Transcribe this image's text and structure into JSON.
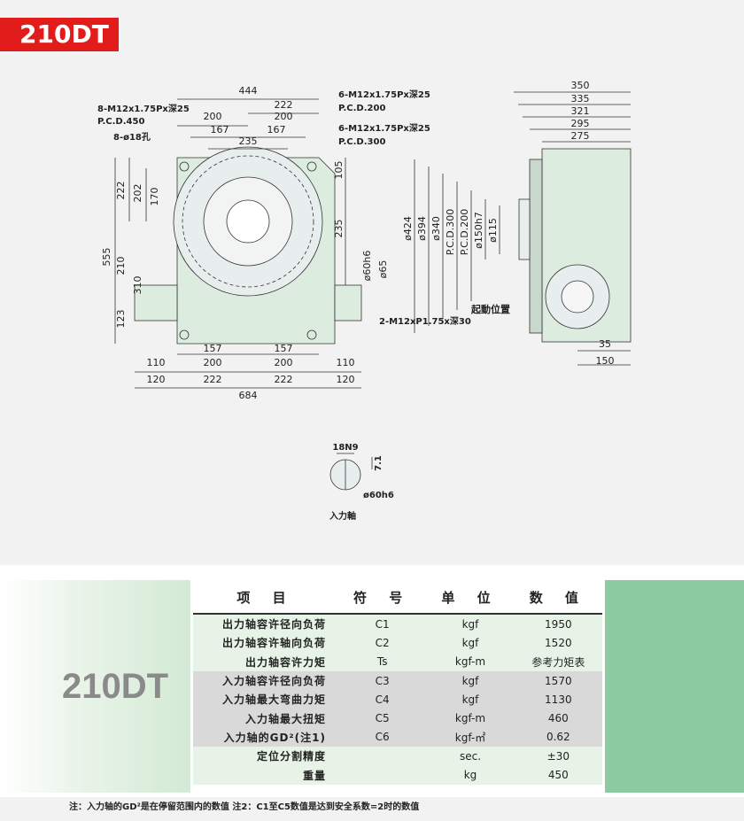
{
  "model": "210DT",
  "drawing": {
    "front": {
      "top_dims": [
        "444",
        "222",
        "200",
        "200",
        "167",
        "167",
        "235"
      ],
      "left_dims": [
        "555",
        "222",
        "202",
        "170",
        "210",
        "310",
        "123"
      ],
      "right_dims": [
        "105",
        "235",
        "ø60h6",
        "ø65"
      ],
      "bottom_dims": [
        "157",
        "157",
        "110",
        "200",
        "200",
        "110",
        "120",
        "222",
        "222",
        "120",
        "684"
      ],
      "callouts": [
        "8-M12x1.75Px深25",
        "P.C.D.450",
        "8-ø18孔",
        "6-M12x1.75Px深25",
        "P.C.D.200",
        "6-M12x1.75Px深25",
        "P.C.D.300",
        "2-M12xP1.75x深30"
      ]
    },
    "side": {
      "top_dims": [
        "350",
        "335",
        "321",
        "295",
        "275"
      ],
      "vertical_dims": [
        "ø424",
        "ø394",
        "ø340",
        "P.C.D.300",
        "P.C.D.200",
        "ø150h7",
        "ø115"
      ],
      "origin_label": "起動位置",
      "bottom_dims": [
        "35",
        "150"
      ]
    },
    "shaft": {
      "key_label": "18N9",
      "depth_label": "7.1",
      "dia_label": "ø60h6",
      "caption": "入力軸"
    }
  },
  "specs": {
    "headers": [
      "项 目",
      "符 号",
      "单 位",
      "数 值"
    ],
    "rows": [
      {
        "item": "出力轴容许径向负荷",
        "symbol": "C1",
        "unit": "kgf",
        "value": "1950",
        "group": "a"
      },
      {
        "item": "出力轴容许轴向负荷",
        "symbol": "C2",
        "unit": "kgf",
        "value": "1520",
        "group": "a"
      },
      {
        "item": "出力轴容许力矩",
        "symbol": "Ts",
        "unit": "kgf-m",
        "value": "参考力矩表",
        "group": "a"
      },
      {
        "item": "入力轴容许径向负荷",
        "symbol": "C3",
        "unit": "kgf",
        "value": "1570",
        "group": "b"
      },
      {
        "item": "入力轴最大弯曲力矩",
        "symbol": "C4",
        "unit": "kgf",
        "value": "1130",
        "group": "b"
      },
      {
        "item": "入力轴最大扭矩",
        "symbol": "C5",
        "unit": "kgf-m",
        "value": "460",
        "group": "b"
      },
      {
        "item": "入力轴的GD²(注1)",
        "symbol": "C6",
        "unit": "kgf-㎡",
        "value": "0.62",
        "group": "b"
      },
      {
        "item": "定位分割精度",
        "symbol": "",
        "unit": "sec.",
        "value": "±30",
        "group": "c"
      },
      {
        "item": "重量",
        "symbol": "",
        "unit": "kg",
        "value": "450",
        "group": "c"
      }
    ]
  },
  "footnote": "注：入力轴的GD²是在停留范围内的数值  注2：C1至C5数值是达到安全系数=2时的数值"
}
